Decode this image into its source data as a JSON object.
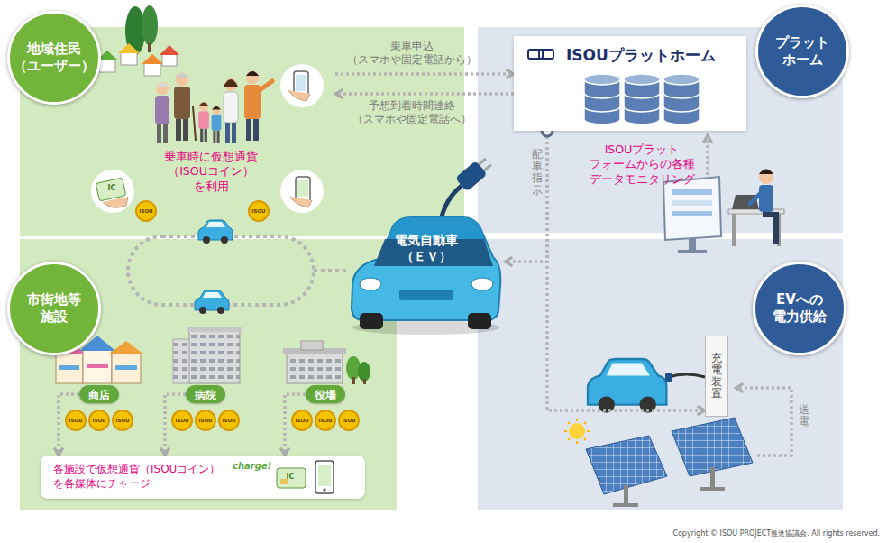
{
  "diagram": {
    "nodes": [
      {
        "text": [
          "地域住民 （ユーザー）",
          "乗車時に仮想通貨 （ISOUコイン）を利用"
        ]
      },
      {
        "text": [
          "市街地等 施設"
        ]
      },
      {
        "text": [
          "商店"
        ],
        "in": 1
      },
      {
        "text": [
          "病院"
        ],
        "in": 1
      },
      {
        "text": [
          "役場"
        ],
        "in": 1
      },
      {
        "text": [
          "各施設で仮想通貨（ISOUコイン） を各媒体にチャージ"
        ],
        "in": 1
      },
      {
        "text": [
          "プラット ホーム",
          "ISOUプラット フォームからの各種 データモニタリング"
        ]
      },
      {
        "text": [
          "ISOUプラットホーム"
        ],
        "in": 6
      },
      {
        "text": [
          "電気自動車 （ＥＶ）"
        ]
      },
      {
        "text": [
          "EVへの 電力供給"
        ]
      },
      {
        "text": [
          "充電装置"
        ],
        "in": 9
      }
    ],
    "edges": [
      {
        "from": 0,
        "to": 7,
        "arrow": "to",
        "label": "乗車申込 （スマホや固定電話から）"
      },
      {
        "from": 7,
        "to": 0,
        "arrow": "to",
        "label": "予想到着時間連絡 （スマホや固定電話へ）"
      },
      {
        "from": 7,
        "to": 8,
        "arrow": "to",
        "label": "配車指示"
      },
      {
        "from": 7,
        "to": 10,
        "arrow": "to"
      },
      {
        "from": 2,
        "to": 5,
        "arrow": "to"
      },
      {
        "from": 3,
        "to": 5,
        "arrow": "to"
      },
      {
        "from": 4,
        "to": 5,
        "arrow": "to"
      }
    ],
    "labels": [
      "IC",
      "ISOU",
      "ISOU",
      "ISOU",
      "ISOU",
      "ISOU",
      "ISOU",
      "ISOU",
      "ISOU",
      "ISOU",
      "ISOU",
      "ISOU",
      "charge!",
      "IC",
      "送電",
      "Copyright © ISOU PROJECT推進協議会. All rights reserved."
    ]
  }
}
